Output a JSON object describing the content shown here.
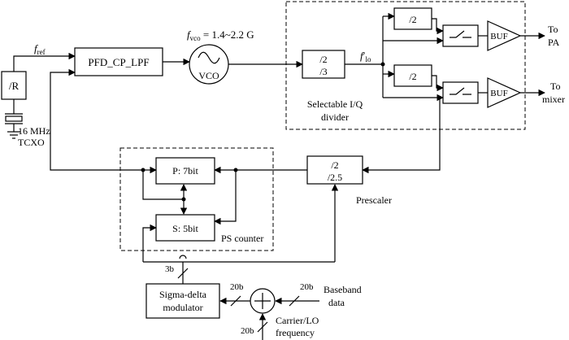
{
  "blocks": {
    "r_divider": "/R",
    "tcxo_freq": "16 MHz",
    "tcxo": "TCXO",
    "pfd": "PFD_CP_LPF",
    "vco": "VCO",
    "vco_freq_symbol": "f",
    "vco_freq_sub": "vco",
    "vco_freq_value": " = 1.4~2.2 G",
    "div23_top": "/2",
    "div23_bottom": "/3",
    "div_i": "/2",
    "div_q": "/2",
    "buf_i": "BUF",
    "buf_q": "BUF",
    "iq_divider_line1": "Selectable I/Q",
    "iq_divider_line2": "divider",
    "p_counter": "P: 7bit",
    "s_counter": "S: 5bit",
    "ps_counter": "PS counter",
    "prescaler_top": "/2",
    "prescaler_bottom": "/2.5",
    "prescaler": "Prescaler",
    "sigma_delta_line1": "Sigma-delta",
    "sigma_delta_line2": "modulator"
  },
  "signals": {
    "f_ref_symbol": "f",
    "f_ref_sub": "ref",
    "f_lo_symbol": "f",
    "f_lo_prime": "′",
    "f_lo_sub": "lo",
    "to_pa_line1": "To",
    "to_pa_line2": "PA",
    "to_mixer_line1": "To",
    "to_mixer_line2": "mixer",
    "bits_3b": "3b",
    "bits_20b_left": "20b",
    "bits_20b_right": "20b",
    "bits_20b_bottom": "20b",
    "baseband_line1": "Baseband",
    "baseband_line2": "data",
    "carrier_line1": "Carrier/LO",
    "carrier_line2": "frequency"
  }
}
